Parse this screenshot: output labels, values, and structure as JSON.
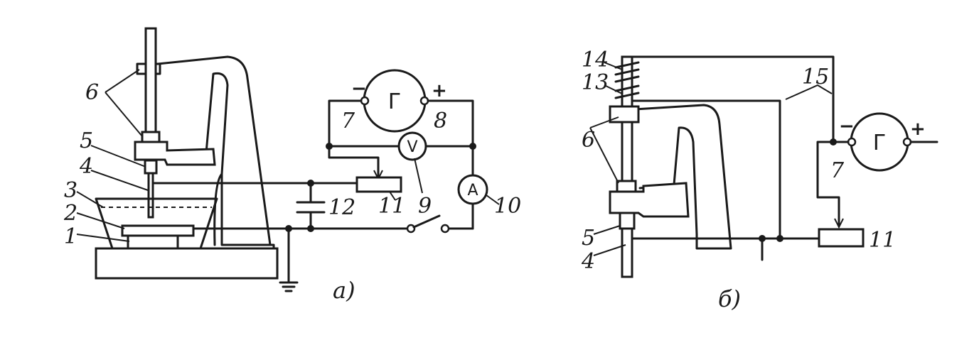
{
  "panels": [
    {
      "id": "a",
      "label": "а)"
    },
    {
      "id": "b",
      "label": "б)"
    }
  ],
  "generator": {
    "symbol": "Г",
    "minus": "−",
    "plus": "+"
  },
  "voltmeter": {
    "symbol": "V"
  },
  "ammeter": {
    "symbol": "A"
  },
  "labels_a": {
    "n1": "1",
    "n2": "2",
    "n3": "3",
    "n4": "4",
    "n5": "5",
    "n6": "6",
    "n7": "7",
    "n8": "8",
    "n9": "9",
    "n10": "10",
    "n11": "11",
    "n12": "12"
  },
  "labels_b": {
    "n4": "4",
    "n5": "5",
    "n6": "6",
    "n7": "7",
    "n11": "11",
    "n13": "13",
    "n14": "14",
    "n15": "15"
  }
}
